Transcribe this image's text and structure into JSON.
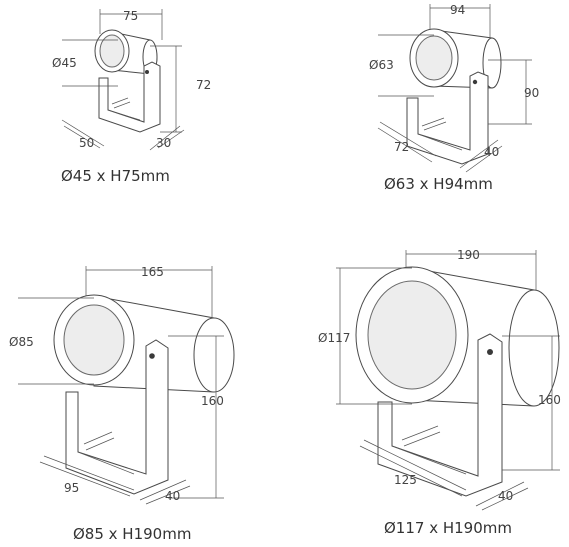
{
  "fixtures": [
    {
      "caption": "Ø45 x H75mm",
      "diameter": "Ø45",
      "width": "75",
      "height": "72",
      "length": "50",
      "depth": "30"
    },
    {
      "caption": "Ø63 x H94mm",
      "diameter": "Ø63",
      "width": "94",
      "height": "90",
      "length": "72",
      "depth": "40"
    },
    {
      "caption": "Ø85 x H190mm",
      "diameter": "Ø85",
      "width": "165",
      "height": "160",
      "length": "95",
      "depth": "40"
    },
    {
      "caption": "Ø117 x H190mm",
      "diameter": "Ø117",
      "width": "190",
      "height": "160",
      "length": "125",
      "depth": "40"
    }
  ]
}
